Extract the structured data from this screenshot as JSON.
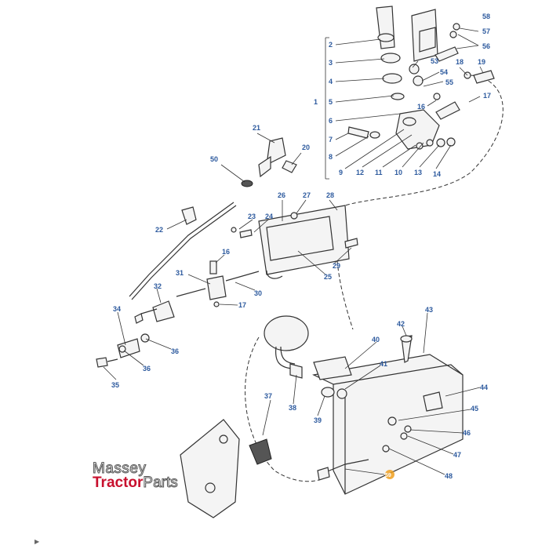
{
  "diagram": {
    "callouts": [
      "58",
      "57",
      "56",
      "2",
      "3",
      "53",
      "54",
      "18",
      "19",
      "4",
      "55",
      "1",
      "5",
      "16",
      "17",
      "6",
      "7",
      "8",
      "9",
      "12",
      "11",
      "10",
      "13",
      "14",
      "21",
      "20",
      "50",
      "26",
      "27",
      "28",
      "23",
      "24",
      "22",
      "29",
      "25",
      "16",
      "31",
      "30",
      "17",
      "32",
      "34",
      "36",
      "36",
      "35",
      "42",
      "43",
      "40",
      "41",
      "44",
      "37",
      "38",
      "39",
      "45",
      "46",
      "47",
      "48",
      "59"
    ]
  },
  "watermark": {
    "line1": "Massey",
    "line2a": "Tractor",
    "line2b": "Parts"
  },
  "colors": {
    "callout": "#2d5a9e",
    "brand_red": "#c8102e",
    "highlight": "#f0a020"
  }
}
